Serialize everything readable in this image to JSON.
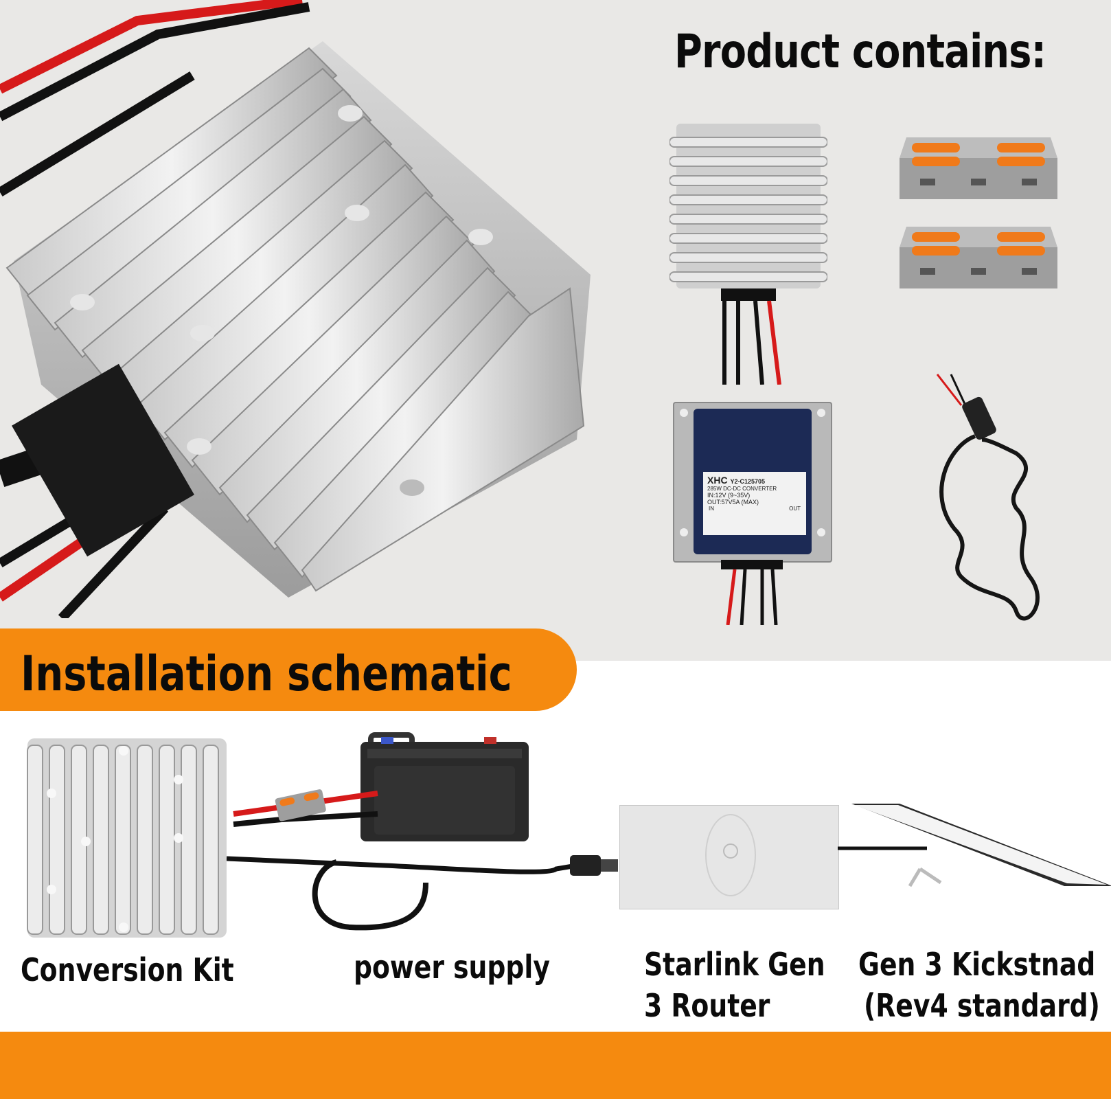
{
  "heading": "Product contains:",
  "banner": "Installation schematic",
  "converter_label": {
    "brand": "XHC",
    "model": "Y2-C125705",
    "line1": "285W DC-DC CONVERTER",
    "line2": "IN:12V (9~35V)",
    "line3": "OUT:57V5A (MAX)",
    "in": "IN",
    "out": "OUT"
  },
  "labels": {
    "conversion_kit": "Conversion Kit",
    "power_supply": "power supply",
    "router_line1": "Starlink Gen",
    "router_line2": "3 Router",
    "kickstand_line1": "Gen 3 Kickstnad",
    "kickstand_line2": "(Rev4 standard)"
  },
  "colors": {
    "accent_orange": "#f58a0f",
    "background_grey": "#e9e8e6",
    "text": "#0b0b0b"
  }
}
